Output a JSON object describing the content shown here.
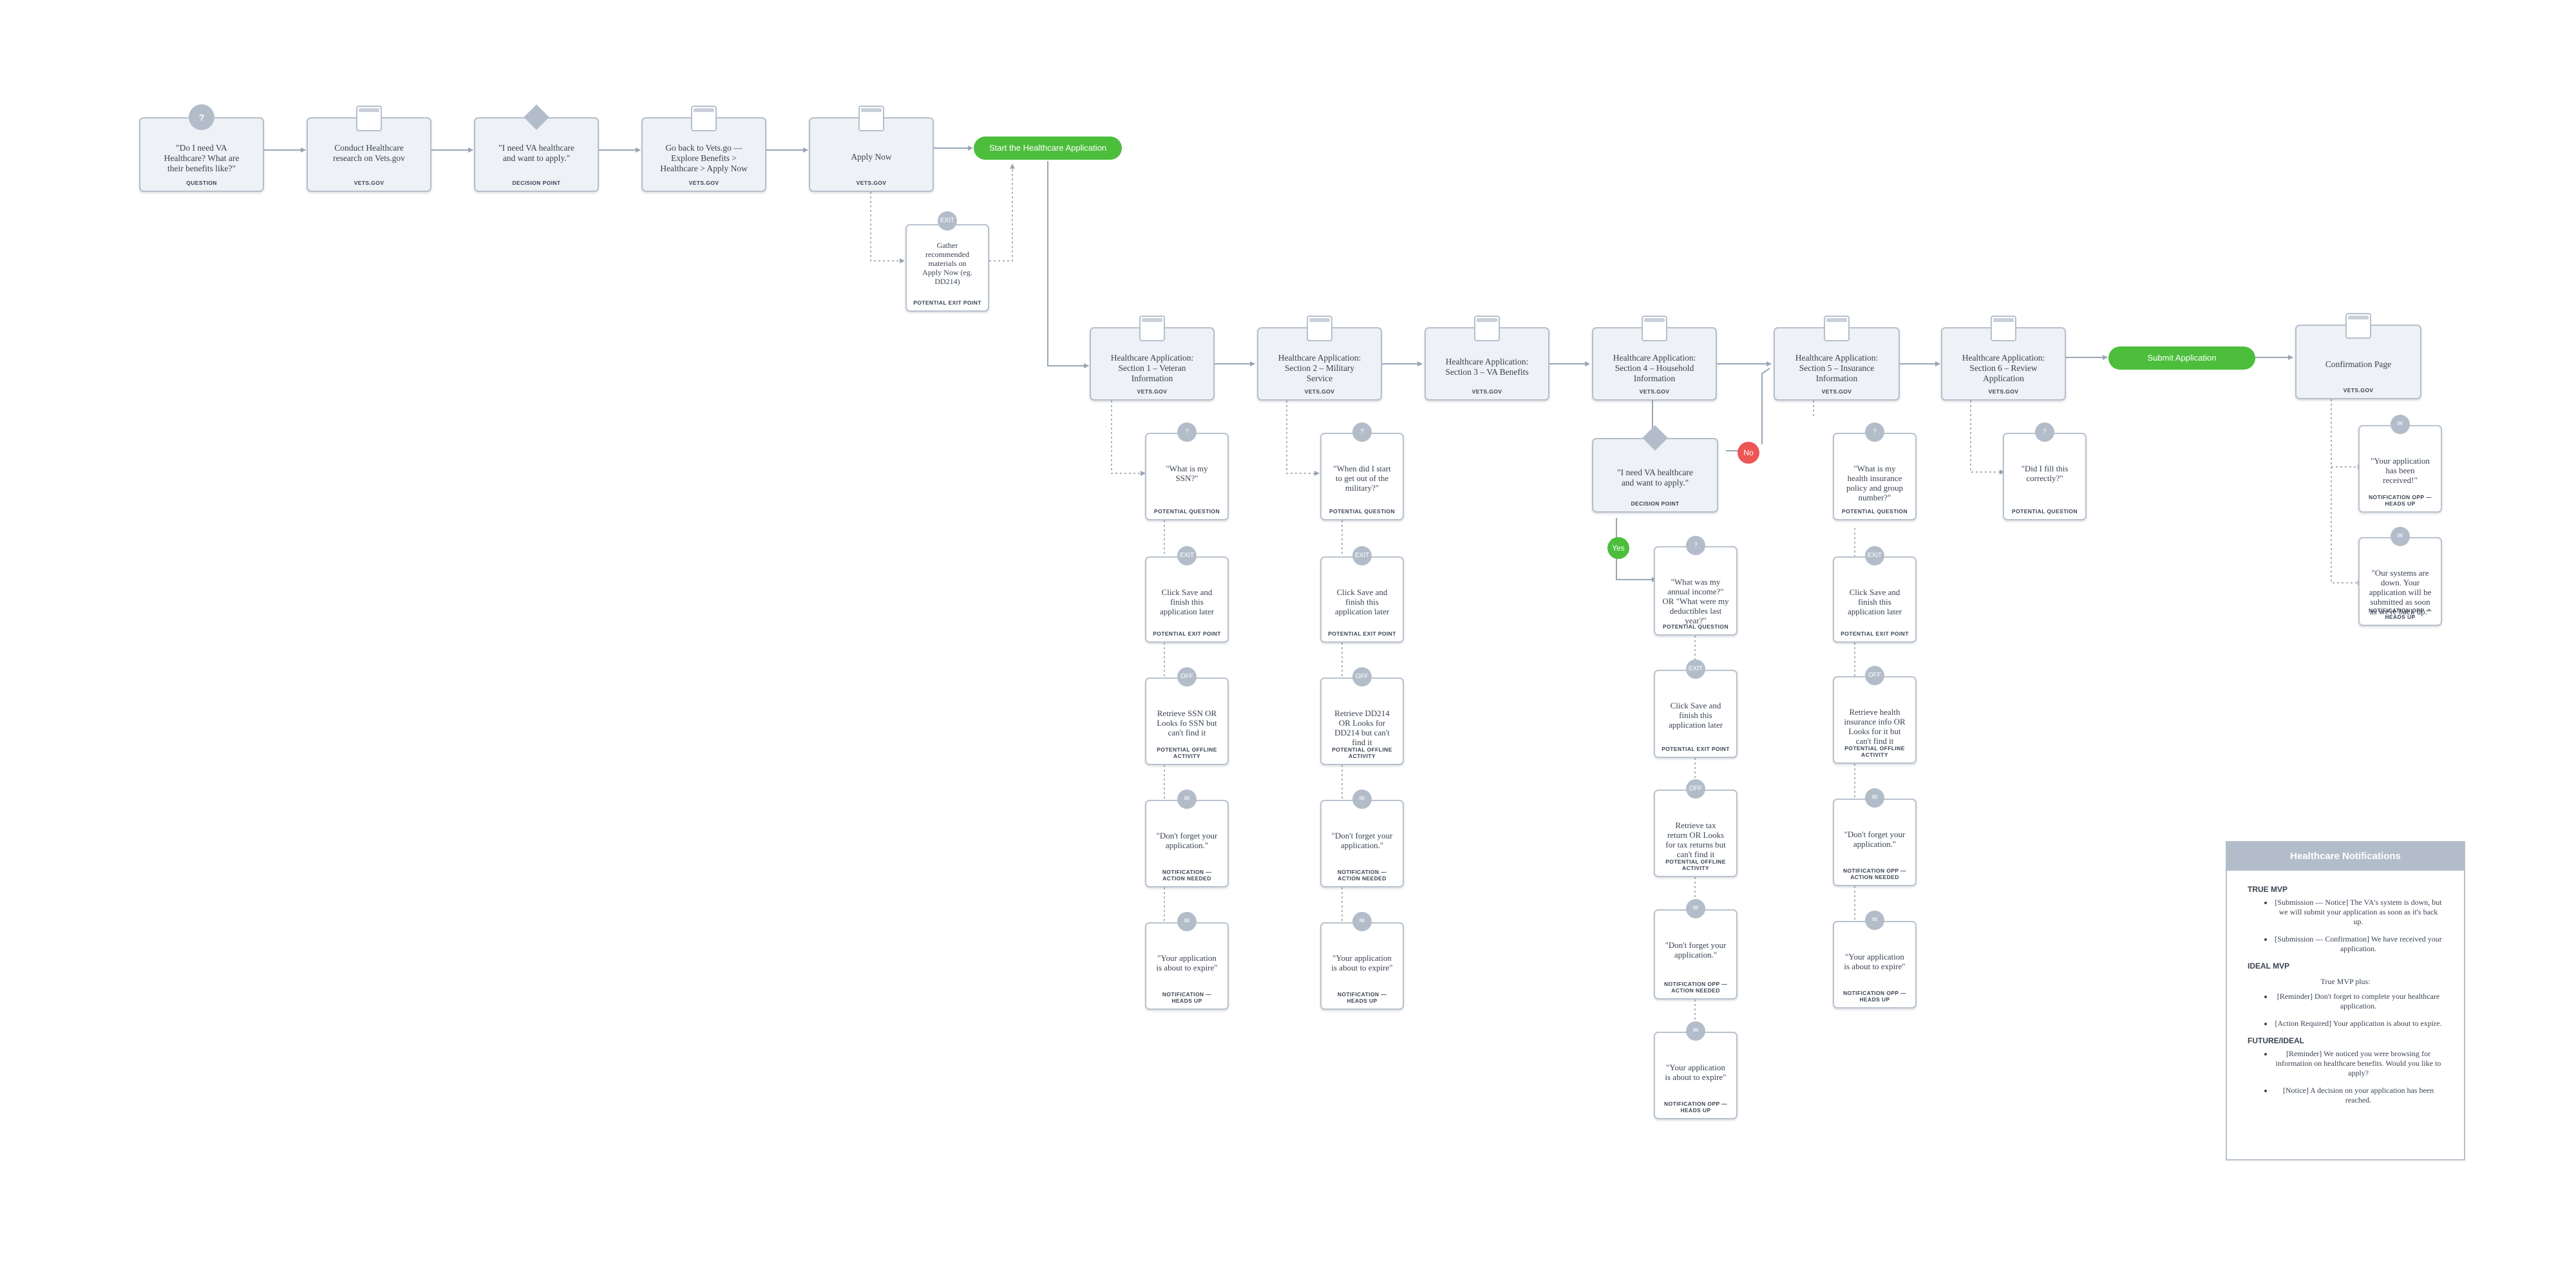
{
  "step_cards": {
    "c1": {
      "text": "\"Do I need VA\nHealthcare? What are\ntheir benefits like?\"",
      "tag": "QUESTION",
      "badge": "?"
    },
    "c2": {
      "text": "Conduct Healthcare\nresearch on Vets.gov",
      "tag": "VETS.GOV"
    },
    "c3": {
      "text": "\"I need VA healthcare\nand want to apply.\"",
      "tag": "DECISION POINT"
    },
    "c4": {
      "text": "Go back to Vets.go —\nExplore Benefits >\nHealthcare > Apply Now",
      "tag": "VETS.GOV"
    },
    "c5": {
      "text": "Apply Now",
      "tag": "VETS.GOV"
    },
    "gather": {
      "text": "Gather\nrecommended\nmaterials on\nApply Now (eg.\nDD214)",
      "tag": "POTENTIAL EXIT POINT",
      "badge": "EXIT"
    },
    "s1": {
      "text": "Healthcare Application:\nSection 1 – Veteran\nInformation",
      "tag": "VETS.GOV"
    },
    "s2": {
      "text": "Healthcare Application:\nSection 2 – Military\nService",
      "tag": "VETS.GOV"
    },
    "s3": {
      "text": "Healthcare Application:\nSection 3 – VA Benefits",
      "tag": "VETS.GOV"
    },
    "s4": {
      "text": "Healthcare Application:\nSection 4 – Household\nInformation",
      "tag": "VETS.GOV"
    },
    "s5": {
      "text": "Healthcare Application:\nSection 5 – Insurance\nInformation",
      "tag": "VETS.GOV"
    },
    "s6": {
      "text": "Healthcare Application:\nSection 6 – Review\nApplication",
      "tag": "VETS.GOV"
    },
    "conf": {
      "text": "Confirmation Page",
      "tag": "VETS.GOV"
    },
    "dec4": {
      "text": "\"I need VA healthcare\nand want to apply.\"",
      "tag": "DECISION POINT"
    }
  },
  "buttons": {
    "start": "Start the Healthcare Application",
    "submit": "Submit Application"
  },
  "branches": {
    "no": "No",
    "yes": "Yes"
  },
  "detail_cards": {
    "q1": {
      "text": "\"What is my\nSSN?\"",
      "tag": "POTENTIAL QUESTION",
      "badge": "?"
    },
    "e1": {
      "text": "Click Save and\nfinish this\napplication later",
      "tag": "POTENTIAL EXIT POINT",
      "badge": "EXIT"
    },
    "o1": {
      "text": "Retrieve SSN OR\nLooks fo SSN but\ncan't find it",
      "tag": "POTENTIAL OFFLINE\nACTIVITY",
      "badge": "OFF"
    },
    "n1a": {
      "text": "\"Don't forget your\napplication.\"",
      "tag": "NOTIFICATION —\nACTION NEEDED",
      "badge": "✉"
    },
    "n1b": {
      "text": "\"Your application\nis about to expire\"",
      "tag": "NOTIFICATION —\nHEADS UP",
      "badge": "✉"
    },
    "q2": {
      "text": "\"When did I start\nto get out of the\nmilitary?\"",
      "tag": "POTENTIAL QUESTION",
      "badge": "?"
    },
    "e2": {
      "text": "Click Save and\nfinish this\napplication later",
      "tag": "POTENTIAL EXIT POINT",
      "badge": "EXIT"
    },
    "o2": {
      "text": "Retrieve DD214\nOR Looks for\nDD214 but can't\nfind it",
      "tag": "POTENTIAL OFFLINE\nACTIVITY",
      "badge": "OFF"
    },
    "n2a": {
      "text": "\"Don't forget your\napplication.\"",
      "tag": "NOTIFICATION —\nACTION NEEDED",
      "badge": "✉"
    },
    "n2b": {
      "text": "\"Your application\nis about to expire\"",
      "tag": "NOTIFICATION —\nHEADS UP",
      "badge": "✉"
    },
    "q4": {
      "text": "\"What was my\nannual income?\"\nOR \"What were my\ndeductibles last\nyear?\"",
      "tag": "POTENTIAL QUESTION",
      "badge": "?"
    },
    "e4": {
      "text": "Click Save and\nfinish this\napplication later",
      "tag": "POTENTIAL EXIT POINT",
      "badge": "EXIT"
    },
    "o4": {
      "text": "Retrieve tax\nreturn OR Looks\nfor tax returns but\ncan't find it",
      "tag": "POTENTIAL OFFLINE\nACTIVITY",
      "badge": "OFF"
    },
    "n4a": {
      "text": "\"Don't forget your\napplication.\"",
      "tag": "NOTIFICATION OPP —\nACTION NEEDED",
      "badge": "✉"
    },
    "n4b": {
      "text": "\"Your application\nis about to expire\"",
      "tag": "NOTIFICATION OPP —\nHEADS UP",
      "badge": "✉"
    },
    "q5": {
      "text": "\"What is my\nhealth insurance\npolicy and group\nnumber?\"",
      "tag": "POTENTIAL QUESTION",
      "badge": "?"
    },
    "e5": {
      "text": "Click Save and\nfinish this\napplication later",
      "tag": "POTENTIAL EXIT POINT",
      "badge": "EXIT"
    },
    "o5": {
      "text": "Retrieve health\ninsurance info OR\nLooks for it but\ncan't find it",
      "tag": "POTENTIAL OFFLINE\nACTIVITY",
      "badge": "OFF"
    },
    "n5a": {
      "text": "\"Don't forget your\napplication.\"",
      "tag": "NOTIFICATION OPP —\nACTION NEEDED",
      "badge": "✉"
    },
    "n5b": {
      "text": "\"Your application\nis about to expire\"",
      "tag": "NOTIFICATION OPP —\nHEADS UP",
      "badge": "✉"
    },
    "q6": {
      "text": "\"Did I fill this\ncorrectly?\"",
      "tag": "POTENTIAL QUESTION",
      "badge": "?"
    },
    "nc1": {
      "text": "\"Your application\nhas been\nreceived!\"",
      "tag": "NOTIFICATION OPP —\nHEADS UP",
      "badge": "✉"
    },
    "nc2": {
      "text": "\"Our systems are\ndown. Your\napplication will be\nsubmitted as soon\nas we're back up.\"",
      "tag": "NOTIFICATION OPP —\nHEADS UP",
      "badge": "✉"
    }
  },
  "legend": {
    "title": "Healthcare Notifications",
    "true_mvp": {
      "heading": "TRUE MVP",
      "items": [
        "[Submission — Notice] The VA's system is down, but we will submit your application as soon as it's back up.",
        "[Submission — Confirmation] We have received your application."
      ]
    },
    "ideal_mvp": {
      "heading": "IDEAL MVP",
      "intro": "True MVP plus:",
      "items": [
        "[Reminder] Don't forget to complete your healthcare application.",
        "[Action Required] Your application is about to expire."
      ]
    },
    "future": {
      "heading": "FUTURE/IDEAL",
      "items": [
        "[Reminder] We noticed you were browsing for information on healthcare benefits. Would you like to apply?",
        "[Notice] A decision on your application has been reached."
      ]
    }
  },
  "colors": {
    "accent_green": "#4cbe3c",
    "no_red": "#ee5555",
    "card_fill": "#eef1f5",
    "card_border": "#b5bfcc",
    "badge_gray": "#b3bdca"
  }
}
